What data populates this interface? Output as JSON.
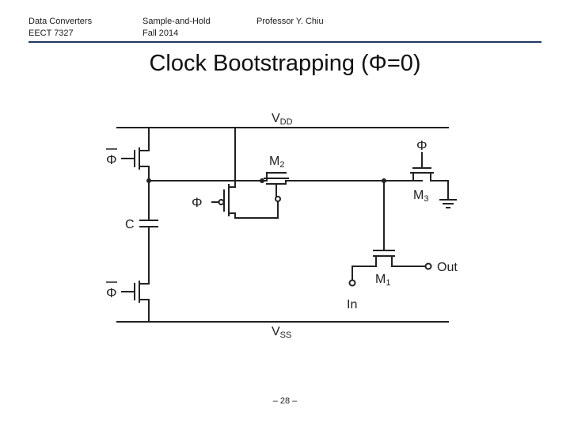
{
  "header": {
    "course_name": "Data Converters",
    "course_code": "EECT 7327",
    "topic": "Sample-and-Hold",
    "term": "Fall 2014",
    "instructor": "Professor Y. Chiu"
  },
  "slide": {
    "title": "Clock Bootstrapping (Φ=0)",
    "page_label": "– 28 –"
  },
  "circuit": {
    "rail_top": {
      "main": "V",
      "sub": "DD"
    },
    "rail_bottom": {
      "main": "V",
      "sub": "SS"
    },
    "phi": "Φ",
    "capacitor": "C",
    "m2": {
      "main": "M",
      "sub": "2"
    },
    "m3": {
      "main": "M",
      "sub": "3"
    },
    "m1": {
      "main": "M",
      "sub": "1"
    },
    "input": "In",
    "output": "Out"
  }
}
